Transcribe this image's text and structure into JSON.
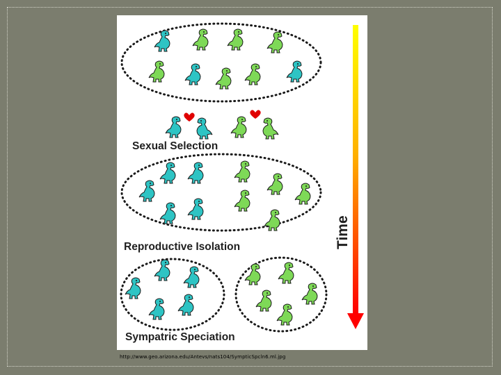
{
  "slide": {
    "background": "#7b7d6e",
    "credit": "http://www.geo.arizona.edu/Antevs/nats104/SympticSpcln6.ml.jpg"
  },
  "diagram": {
    "labels": {
      "sexual_selection": "Sexual Selection",
      "reproductive_isolation": "Reproductive Isolation",
      "sympatric_speciation": "Sympatric Speciation",
      "time": "Time"
    },
    "colors": {
      "cyan_dino": "#2ec4c4",
      "green_dino": "#7ed957",
      "heart": "#e00000",
      "arrow_top": "#ffff00",
      "arrow_bottom": "#ff0000"
    },
    "icons": {
      "dinosaur": "dinosaur-icon",
      "heart": "heart-icon",
      "arrow": "down-arrow-icon"
    }
  }
}
